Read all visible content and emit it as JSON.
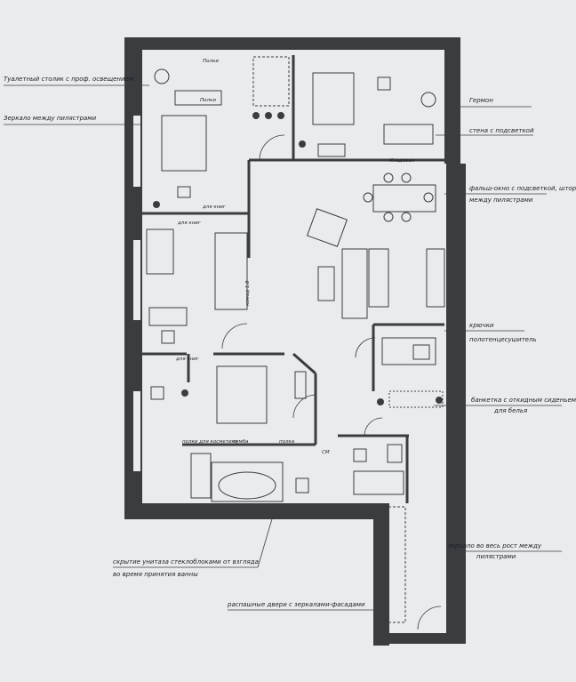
{
  "annotations": {
    "left_top": "Туалетный столик с проф. освещением",
    "left_mirror": "Зеркало между пилястрами",
    "right_geranium": "Гермон",
    "right_wall": "стена с подсветкой",
    "right_window": "фальш-окно с подсветкой, шторами",
    "right_window_2": "между пилястрами",
    "right_hooks": "крючки",
    "right_towel": "полотенцесушитель",
    "right_bench": "банкетка с откидным сиденьем",
    "right_bench_2": "для белья",
    "right_mirror": "зеркало во весь рост между",
    "right_mirror_2": "пилястрами",
    "bottom_glass": "скрытие унитаза стеклоблоками от взгляда",
    "bottom_glass_2": "во время принятия ванны",
    "bottom_doors": "распашные двери с зеркалами-фасадами"
  },
  "rooms": {
    "shelves_1": "Полки",
    "shelves_2": "Полки",
    "books_1": "для книг",
    "books_2": "для книг",
    "books_3": "для книг",
    "cleaning": "Кладовая",
    "chest": "комод 1,8",
    "bath_shelf": "полки для косметики",
    "bath_sink": "тумба",
    "bath_cab": "полка",
    "wc": "СМ"
  }
}
